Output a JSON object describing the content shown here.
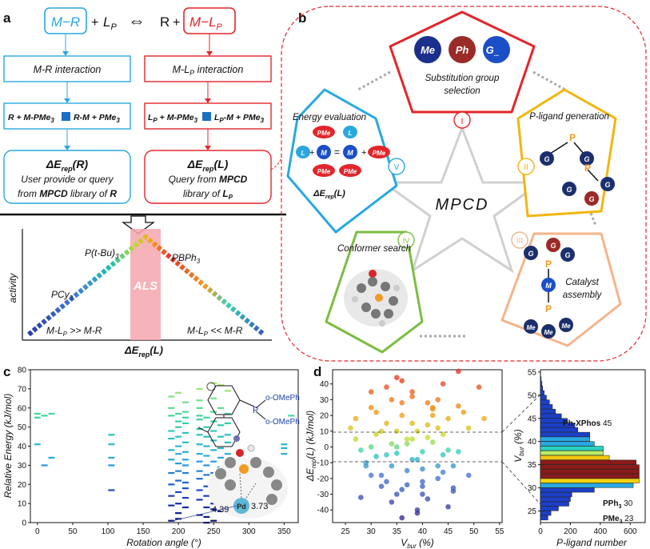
{
  "panel_labels": {
    "a": "a",
    "b": "b",
    "c": "c",
    "d": "d"
  },
  "panel_a": {
    "equation": {
      "mr": "M−R",
      "plus1": "+",
      "lp": "L",
      "lp_sub": "P",
      "arrows": "⇔",
      "r": "R",
      "plus2": "+",
      "mlp": "M−L",
      "mlp_sub": "P"
    },
    "left_interaction": "M-R interaction",
    "right_interaction_pre": "M-L",
    "right_interaction_sub": "P",
    "right_interaction_post": " interaction",
    "left_reaction": {
      "a": "R + M-PMe",
      "a_sub": "3",
      "b": "R-M + PMe",
      "b_sub": "3"
    },
    "right_reaction": {
      "a": "L",
      "a_sub": "P",
      "a2": " + M-PMe",
      "a2_sub": "3",
      "b": "L",
      "b_sub": "P",
      "b2": "-M + PMe",
      "b2_sub": "3"
    },
    "left_box": {
      "title": "ΔE",
      "title_sub": "rep",
      "title_post": "(R)",
      "line1": "User provide or query",
      "line2_pre": "from ",
      "line2_bold": "MPCD",
      "line2_post": " library of ",
      "line2_r": "R"
    },
    "right_box": {
      "title": "ΔE",
      "title_sub": "rep",
      "title_post": "(L)",
      "line1_pre": "Query from ",
      "line1_bold": "MPCD",
      "line2": "library of ",
      "line2_l": "L",
      "line2_sub": "P"
    },
    "volcano": {
      "ylabel": "activity",
      "xlabel": "ΔE",
      "xlabel_sub": "rep",
      "xlabel_post": "(L)",
      "als": "ALS",
      "ptbu": "P(t-Bu)",
      "ptbu_sub": "3",
      "pbph": "PBPh",
      "pbph_sub": "3",
      "pcy": "PCy",
      "pcy_sub": "3",
      "left_regime": "M-L",
      "left_regime_sub": "P",
      "left_regime_post": " >> M-R",
      "right_regime": "M-L",
      "right_regime_sub": "P",
      "right_regime_post": " << M-R"
    }
  },
  "panel_b": {
    "center": "MPCD",
    "I": {
      "numeral": "I",
      "title1": "Substitution group",
      "title2": "selection",
      "me": "Me",
      "ph": "Ph",
      "g": "G",
      "g_sub": "..."
    },
    "II": {
      "numeral": "II",
      "title": "P-ligand generation"
    },
    "III": {
      "numeral": "III",
      "title1": "Catalyst",
      "title2": "assembly"
    },
    "IV": {
      "numeral": "IV",
      "title": "Conformer search"
    },
    "V": {
      "numeral": "V",
      "title": "Energy evaluation",
      "pme": "PMe",
      "pme_sub": "3",
      "lp": "L",
      "lp_sub": "P",
      "m": "M",
      "eq": "ΔE",
      "eq_sub": "rep",
      "eq_post": "(L)"
    }
  },
  "panel_c": {
    "ylabel": "Relative Energy (kJ/mol)",
    "xlabel": "Rotation angle (°)",
    "xticks": [
      "0",
      "50",
      "100",
      "150",
      "200",
      "250",
      "300",
      "350"
    ],
    "yticks": [
      "0",
      "10",
      "20",
      "30",
      "40",
      "50",
      "60",
      "70",
      "80"
    ],
    "molecule_labels": {
      "p": "P",
      "o1": "o-OMePh",
      "o2": "o-OMePh",
      "pd": "Pd",
      "d1": "4.39",
      "d2": "3.73"
    }
  },
  "panel_d": {
    "scatter_ylabel": "ΔE",
    "scatter_ylabel_sub": "rep",
    "scatter_ylabel_post": "(L) (kJ/mol)",
    "scatter_xlabel": "V",
    "scatter_xlabel_sub": "bur",
    "scatter_xlabel_post": " (%)",
    "scatter_xticks": [
      "25",
      "30",
      "35",
      "40",
      "45",
      "50",
      "55"
    ],
    "scatter_yticks": [
      "40",
      "30",
      "20",
      "10",
      "0",
      "-10",
      "-20",
      "-30",
      "-40"
    ],
    "hist_ylabel": "V",
    "hist_ylabel_sub": "bur",
    "hist_ylabel_post": " (%)",
    "hist_xlabel": "P-ligand number",
    "hist_xticks": [
      "0",
      "200",
      "400",
      "600"
    ],
    "hist_yticks": [
      "25",
      "30",
      "35",
      "40",
      "45",
      "50",
      "55"
    ],
    "annotations": {
      "xphos": "Ph-XPhos",
      "xphos_val": "45",
      "pph3": "PPh",
      "pph3_sub": "3",
      "pph3_val": "30",
      "pme3": "PMe",
      "pme3_sub": "3",
      "pme3_val": "23"
    }
  },
  "chart_data": [
    {
      "type": "scatter",
      "title": "",
      "xlabel": "Rotation angle (°)",
      "ylabel": "Relative Energy (kJ/mol)",
      "xlim": [
        -10,
        370
      ],
      "ylim": [
        0,
        80
      ],
      "x": [
        0,
        0,
        0,
        10,
        10,
        20,
        20,
        105,
        105,
        105,
        105,
        105,
        190,
        190,
        190,
        190,
        190,
        190,
        190,
        190,
        190,
        190,
        190,
        190,
        200,
        200,
        200,
        200,
        200,
        200,
        200,
        200,
        200,
        200,
        200,
        200,
        200,
        200,
        210,
        210,
        210,
        210,
        210,
        210,
        210,
        210,
        210,
        210,
        210,
        210,
        210,
        210,
        230,
        230,
        230,
        230,
        230,
        230,
        230,
        230,
        230,
        230,
        230,
        230,
        230,
        230,
        230,
        240,
        240,
        240,
        240,
        240,
        240,
        240,
        240,
        240,
        240,
        240,
        240,
        250,
        250,
        250,
        250,
        250,
        250,
        250,
        250,
        250,
        250,
        250,
        250,
        250,
        250,
        260,
        260,
        260,
        260,
        260,
        260,
        260,
        260,
        260,
        260,
        260,
        270,
        270,
        270,
        270,
        270,
        270,
        270,
        270,
        270,
        350,
        350,
        350,
        360
      ],
      "y": [
        55,
        41,
        57,
        56,
        30,
        34,
        57,
        17,
        41,
        46,
        30,
        34,
        1,
        9,
        14,
        20,
        26,
        33,
        38,
        44,
        48,
        56,
        60,
        66,
        2,
        5,
        10,
        16,
        22,
        27,
        31,
        36,
        40,
        45,
        50,
        53,
        57,
        68,
        8,
        13,
        18,
        21,
        26,
        30,
        33,
        37,
        42,
        47,
        52,
        55,
        58,
        63,
        4,
        12,
        17,
        23,
        27,
        32,
        36,
        41,
        46,
        49,
        54,
        56,
        60,
        64,
        70,
        0,
        3,
        8,
        14,
        19,
        25,
        30,
        35,
        40,
        45,
        50,
        55,
        1,
        7,
        10,
        15,
        20,
        26,
        32,
        38,
        43,
        48,
        53,
        58,
        65,
        73,
        6,
        11,
        17,
        24,
        29,
        34,
        39,
        45,
        51,
        60,
        72,
        12,
        21,
        29,
        36,
        42,
        46,
        52,
        57,
        69,
        41,
        36,
        39,
        56
      ]
    },
    {
      "type": "scatter",
      "title": "",
      "xlabel": "Vbur (%)",
      "ylabel": "ΔErep(L) (kJ/mol)",
      "xlim": [
        22.5,
        55.5
      ],
      "ylim": [
        -48,
        49
      ],
      "x": [
        26,
        27,
        28,
        29,
        30,
        30,
        31,
        32,
        33,
        33,
        34,
        35,
        35,
        36,
        37,
        38,
        38,
        39,
        40,
        41,
        42,
        43,
        44,
        45,
        46,
        47,
        28,
        31,
        34,
        36,
        39,
        41,
        43,
        45,
        33,
        36,
        38,
        40,
        42,
        44,
        46,
        48,
        30,
        32,
        35,
        37,
        40,
        43,
        47,
        51,
        29,
        33,
        36,
        38,
        41,
        44,
        27,
        30,
        34,
        37,
        39,
        42,
        45,
        49,
        32,
        35,
        38,
        40,
        43,
        46,
        31,
        34,
        37,
        41,
        44,
        47,
        49,
        52,
        35,
        39,
        42,
        36,
        40
      ],
      "y": [
        12,
        5,
        -2,
        -10,
        -18,
        25,
        8,
        -25,
        15,
        -5,
        30,
        0,
        -30,
        20,
        -15,
        35,
        -8,
        10,
        -22,
        28,
        3,
        -12,
        40,
        18,
        -28,
        48,
        -32,
        22,
        -35,
        42,
        -40,
        14,
        -20,
        -38,
        38,
        -27,
        5,
        -30,
        25,
        -5,
        -12,
        22,
        35,
        -18,
        10,
        2,
        -25,
        30,
        -3,
        38,
        -12,
        -22,
        28,
        15,
        -33,
        8,
        18,
        0,
        -12,
        5,
        -8,
        20,
        -2,
        -18,
        10,
        -4,
        32,
        -14,
        12,
        -26,
        -6,
        2,
        -24,
        6,
        -16,
        26,
        12,
        18,
        44,
        -42,
        24,
        -45,
        -3
      ]
    },
    {
      "type": "bar",
      "title": "",
      "xlabel": "P-ligand number",
      "ylabel": "Vbur (%)",
      "ylim": [
        22.5,
        55.5
      ],
      "xlim": [
        0,
        700
      ],
      "categories": [
        23,
        24,
        25,
        26,
        27,
        28,
        29,
        30,
        31,
        32,
        33,
        34,
        35,
        36,
        37,
        38,
        39,
        40,
        41,
        42,
        43,
        44,
        45,
        46,
        47,
        48,
        49,
        50,
        51,
        52,
        53
      ],
      "values": [
        50,
        70,
        120,
        190,
        200,
        210,
        360,
        620,
        660,
        660,
        660,
        660,
        640,
        460,
        420,
        420,
        360,
        330,
        330,
        250,
        230,
        180,
        140,
        100,
        80,
        60,
        40,
        25,
        15,
        10,
        5
      ]
    }
  ]
}
